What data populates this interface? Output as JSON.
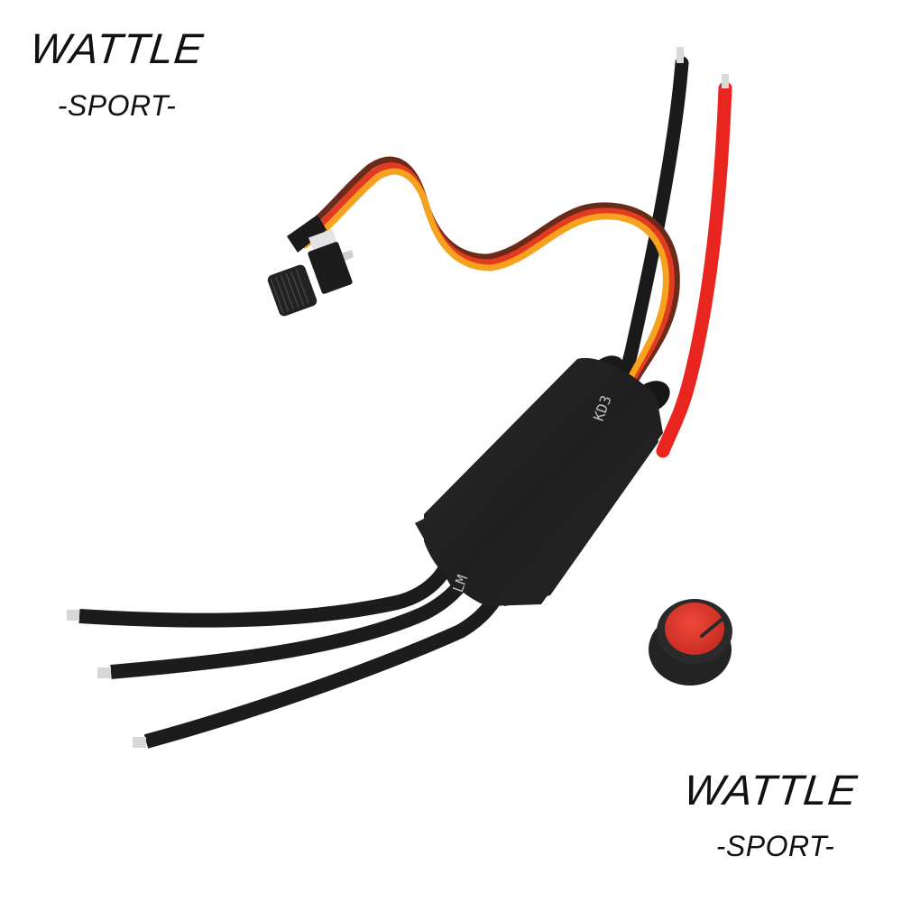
{
  "watermark_top": {
    "name": "WATTLE",
    "sub": "-SPORT-"
  },
  "watermark_bottom": {
    "name": "WATTLE",
    "sub": "-SPORT-"
  },
  "product": {
    "type": "brushless ESC with potentiometer",
    "body_label_top": "KD3",
    "body_label_bottom": "LM",
    "colors": {
      "body": "#1e1e1e",
      "wire_black": "#1a1a1a",
      "wire_red": "#e8261f",
      "signal_brown": "#6b2a1a",
      "signal_red": "#e33b1f",
      "signal_orange": "#f5a21e",
      "knob_cap": "#e53a2c",
      "knob_body": "#232323"
    }
  }
}
